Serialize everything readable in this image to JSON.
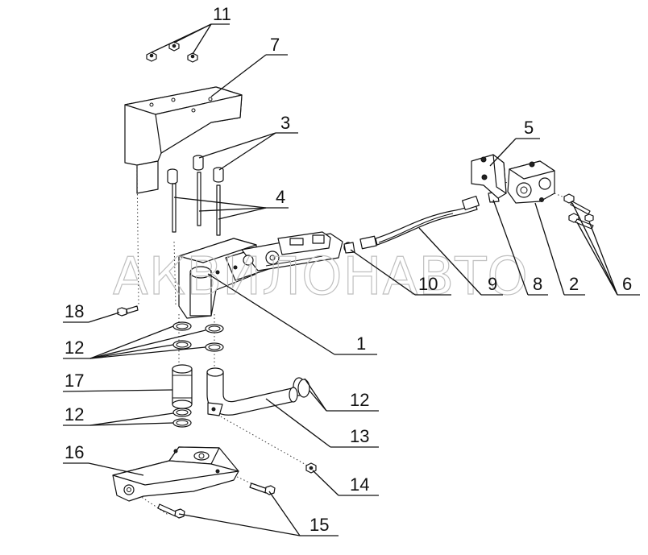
{
  "watermark": "АКВИЛОНАВТО",
  "callouts": {
    "c1": "1",
    "c2": "2",
    "c3": "3",
    "c4": "4",
    "c5": "5",
    "c6": "6",
    "c7": "7",
    "c8": "8",
    "c9": "9",
    "c10": "10",
    "c11": "11",
    "c12a": "12",
    "c12b": "12",
    "c12c": "12",
    "c13": "13",
    "c14": "14",
    "c15": "15",
    "c16": "16",
    "c17": "17",
    "c18": "18"
  }
}
